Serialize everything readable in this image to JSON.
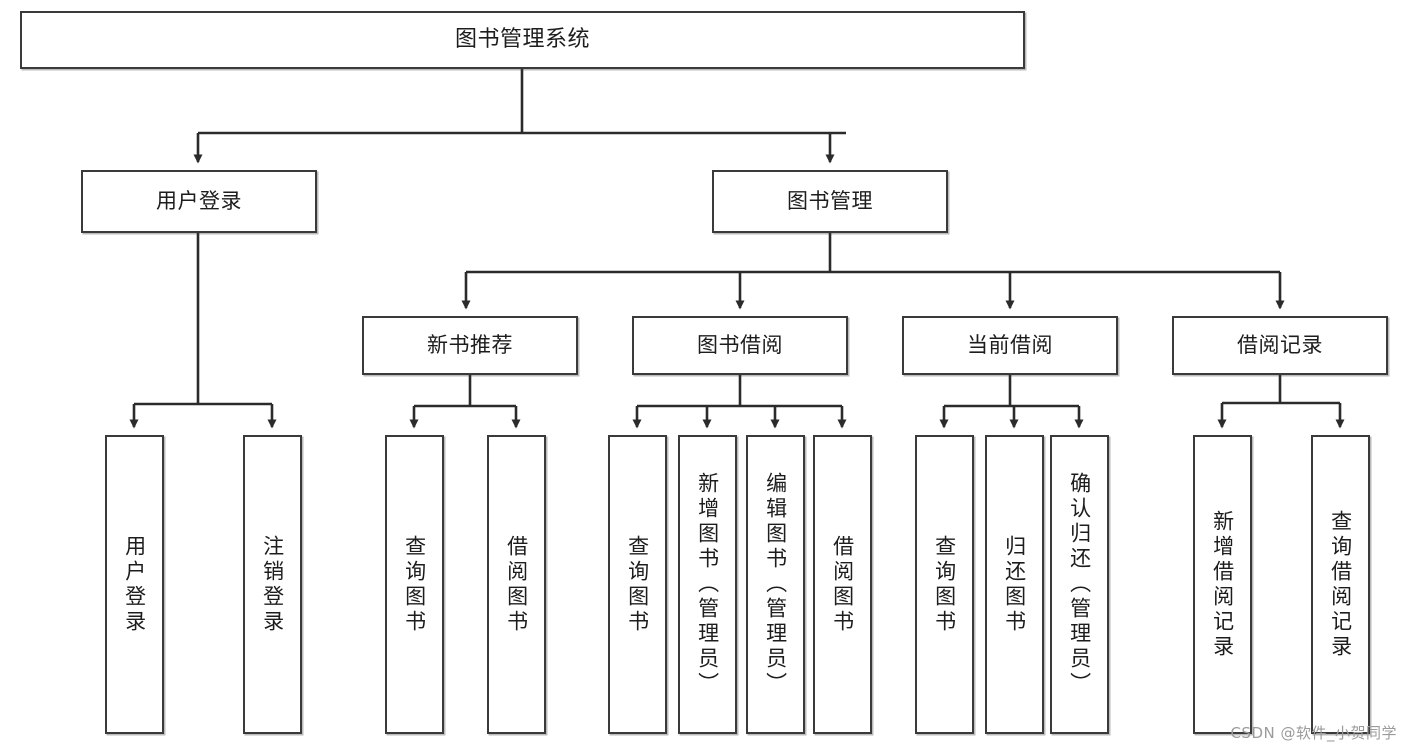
{
  "diagram": {
    "type": "tree-hierarchy",
    "title": "图书管理系统",
    "orientation": "top-down",
    "colors": {
      "box_border": "#3a3a3a",
      "box_fill": "#ffffff",
      "edge": "#2b2b2b",
      "text": "#1d1d1d",
      "watermark": "#9b9b9b"
    },
    "levels": {
      "root": {
        "label": "图书管理系统"
      },
      "level2": [
        {
          "label": "用户登录"
        },
        {
          "label": "图书管理"
        }
      ],
      "level3": [
        {
          "label": "新书推荐"
        },
        {
          "label": "图书借阅"
        },
        {
          "label": "当前借阅"
        },
        {
          "label": "借阅记录"
        }
      ],
      "leaves": {
        "user_login": [
          {
            "label": "用户登录"
          },
          {
            "label": "注销登录"
          }
        ],
        "new_book_recommend": [
          {
            "label": "查询图书"
          },
          {
            "label": "借阅图书"
          }
        ],
        "book_borrow": [
          {
            "label": "查询图书"
          },
          {
            "label": "新增图书（管理员）"
          },
          {
            "label": "编辑图书（管理员）"
          },
          {
            "label": "借阅图书"
          }
        ],
        "current_borrow": [
          {
            "label": "查询图书"
          },
          {
            "label": "归还图书"
          },
          {
            "label": "确认归还（管理员）"
          }
        ],
        "borrow_record": [
          {
            "label": "新增借阅记录"
          },
          {
            "label": "查询借阅记录"
          }
        ]
      }
    }
  },
  "watermark": {
    "text": "CSDN @软件_小贺同学"
  }
}
